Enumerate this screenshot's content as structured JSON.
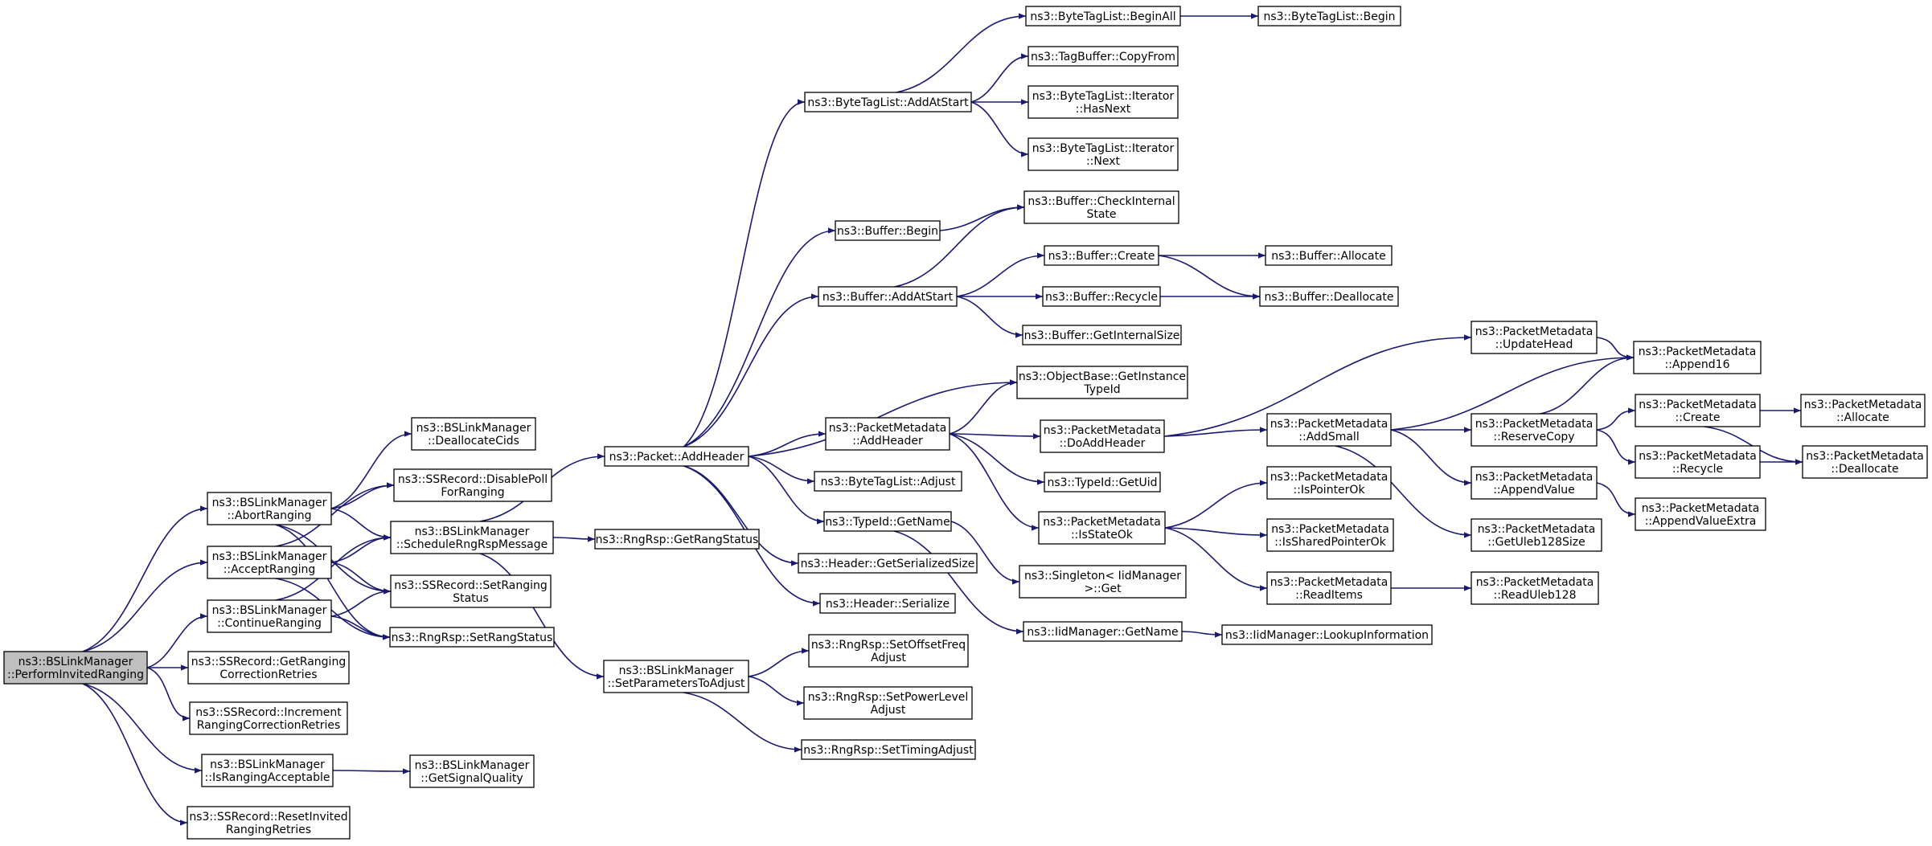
{
  "graph": {
    "colors": {
      "edge": "#191970",
      "root_fill": "#bfbfbf",
      "node_fill": "#ffffff",
      "border": "#000000"
    },
    "root": "PerformInvitedRanging",
    "nodes": [
      {
        "id": "PerformInvitedRanging",
        "lines": [
          "ns3::BSLinkManager",
          "::PerformInvitedRanging"
        ]
      },
      {
        "id": "AbortRanging",
        "lines": [
          "ns3::BSLinkManager",
          "::AbortRanging"
        ]
      },
      {
        "id": "AcceptRanging",
        "lines": [
          "ns3::BSLinkManager",
          "::AcceptRanging"
        ]
      },
      {
        "id": "ContinueRanging",
        "lines": [
          "ns3::BSLinkManager",
          "::ContinueRanging"
        ]
      },
      {
        "id": "GetRangingCorrectionRetries",
        "lines": [
          "ns3::SSRecord::GetRanging",
          "CorrectionRetries"
        ]
      },
      {
        "id": "IncrementRangingCorrectionRetries",
        "lines": [
          "ns3::SSRecord::Increment",
          "RangingCorrectionRetries"
        ]
      },
      {
        "id": "IsRangingAcceptable",
        "lines": [
          "ns3::BSLinkManager",
          "::IsRangingAcceptable"
        ]
      },
      {
        "id": "ResetInvitedRangingRetries",
        "lines": [
          "ns3::SSRecord::ResetInvited",
          "RangingRetries"
        ]
      },
      {
        "id": "DeallocateCids",
        "lines": [
          "ns3::BSLinkManager",
          "::DeallocateCids"
        ]
      },
      {
        "id": "DisablePollForRanging",
        "lines": [
          "ns3::SSRecord::DisablePoll",
          "ForRanging"
        ]
      },
      {
        "id": "ScheduleRngRspMessage",
        "lines": [
          "ns3::BSLinkManager",
          "::ScheduleRngRspMessage"
        ]
      },
      {
        "id": "SetRangingStatus",
        "lines": [
          "ns3::SSRecord::SetRanging",
          "Status"
        ]
      },
      {
        "id": "SetRangStatus",
        "lines": [
          "ns3::RngRsp::SetRangStatus"
        ]
      },
      {
        "id": "GetSignalQuality",
        "lines": [
          "ns3::BSLinkManager",
          "::GetSignalQuality"
        ]
      },
      {
        "id": "PacketAddHeader",
        "lines": [
          "ns3::Packet::AddHeader"
        ]
      },
      {
        "id": "GetRangStatus",
        "lines": [
          "ns3::RngRsp::GetRangStatus"
        ]
      },
      {
        "id": "SetParametersToAdjust",
        "lines": [
          "ns3::BSLinkManager",
          "::SetParametersToAdjust"
        ]
      },
      {
        "id": "SetOffsetFreqAdjust",
        "lines": [
          "ns3::RngRsp::SetOffsetFreq",
          "Adjust"
        ]
      },
      {
        "id": "SetPowerLevelAdjust",
        "lines": [
          "ns3::RngRsp::SetPowerLevel",
          "Adjust"
        ]
      },
      {
        "id": "SetTimingAdjust",
        "lines": [
          "ns3::RngRsp::SetTimingAdjust"
        ]
      },
      {
        "id": "ByteTagListAddAtStart",
        "lines": [
          "ns3::ByteTagList::AddAtStart"
        ]
      },
      {
        "id": "BufferBegin",
        "lines": [
          "ns3::Buffer::Begin"
        ]
      },
      {
        "id": "BufferAddAtStart",
        "lines": [
          "ns3::Buffer::AddAtStart"
        ]
      },
      {
        "id": "GetInstanceTypeId",
        "lines": [
          "ns3::ObjectBase::GetInstance",
          "TypeId"
        ]
      },
      {
        "id": "PacketMetadataAddHeader",
        "lines": [
          "ns3::PacketMetadata",
          "::AddHeader"
        ]
      },
      {
        "id": "ByteTagListAdjust",
        "lines": [
          "ns3::ByteTagList::Adjust"
        ]
      },
      {
        "id": "TypeIdGetName",
        "lines": [
          "ns3::TypeId::GetName"
        ]
      },
      {
        "id": "HeaderGetSerializedSize",
        "lines": [
          "ns3::Header::GetSerializedSize"
        ]
      },
      {
        "id": "HeaderSerialize",
        "lines": [
          "ns3::Header::Serialize"
        ]
      },
      {
        "id": "ByteTagListBeginAll",
        "lines": [
          "ns3::ByteTagList::BeginAll"
        ]
      },
      {
        "id": "TagBufferCopyFrom",
        "lines": [
          "ns3::TagBuffer::CopyFrom"
        ]
      },
      {
        "id": "IteratorHasNext",
        "lines": [
          "ns3::ByteTagList::Iterator",
          "::HasNext"
        ]
      },
      {
        "id": "IteratorNext",
        "lines": [
          "ns3::ByteTagList::Iterator",
          "::Next"
        ]
      },
      {
        "id": "ByteTagListBegin",
        "lines": [
          "ns3::ByteTagList::Begin"
        ]
      },
      {
        "id": "BufferCheckInternalState",
        "lines": [
          "ns3::Buffer::CheckInternal",
          "State"
        ]
      },
      {
        "id": "BufferCreate",
        "lines": [
          "ns3::Buffer::Create"
        ]
      },
      {
        "id": "BufferRecycle",
        "lines": [
          "ns3::Buffer::Recycle"
        ]
      },
      {
        "id": "BufferGetInternalSize",
        "lines": [
          "ns3::Buffer::GetInternalSize"
        ]
      },
      {
        "id": "BufferAllocate",
        "lines": [
          "ns3::Buffer::Allocate"
        ]
      },
      {
        "id": "BufferDeallocate",
        "lines": [
          "ns3::Buffer::Deallocate"
        ]
      },
      {
        "id": "DoAddHeader",
        "lines": [
          "ns3::PacketMetadata",
          "::DoAddHeader"
        ]
      },
      {
        "id": "TypeIdGetUid",
        "lines": [
          "ns3::TypeId::GetUid"
        ]
      },
      {
        "id": "IsStateOk",
        "lines": [
          "ns3::PacketMetadata",
          "::IsStateOk"
        ]
      },
      {
        "id": "SingletonGet",
        "lines": [
          "ns3::Singleton< IidManager",
          ">::Get"
        ]
      },
      {
        "id": "IidManagerGetName",
        "lines": [
          "ns3::IidManager::GetName"
        ]
      },
      {
        "id": "LookupInformation",
        "lines": [
          "ns3::IidManager::LookupInformation"
        ]
      },
      {
        "id": "UpdateHead",
        "lines": [
          "ns3::PacketMetadata",
          "::UpdateHead"
        ]
      },
      {
        "id": "AddSmall",
        "lines": [
          "ns3::PacketMetadata",
          "::AddSmall"
        ]
      },
      {
        "id": "IsPointerOk",
        "lines": [
          "ns3::PacketMetadata",
          "::IsPointerOk"
        ]
      },
      {
        "id": "IsSharedPointerOk",
        "lines": [
          "ns3::PacketMetadata",
          "::IsSharedPointerOk"
        ]
      },
      {
        "id": "ReadItems",
        "lines": [
          "ns3::PacketMetadata",
          "::ReadItems"
        ]
      },
      {
        "id": "Append16",
        "lines": [
          "ns3::PacketMetadata",
          "::Append16"
        ]
      },
      {
        "id": "ReserveCopy",
        "lines": [
          "ns3::PacketMetadata",
          "::ReserveCopy"
        ]
      },
      {
        "id": "AppendValue",
        "lines": [
          "ns3::PacketMetadata",
          "::AppendValue"
        ]
      },
      {
        "id": "GetUleb128Size",
        "lines": [
          "ns3::PacketMetadata",
          "::GetUleb128Size"
        ]
      },
      {
        "id": "ReadUleb128",
        "lines": [
          "ns3::PacketMetadata",
          "::ReadUleb128"
        ]
      },
      {
        "id": "PMCreate",
        "lines": [
          "ns3::PacketMetadata",
          "::Create"
        ]
      },
      {
        "id": "PMRecycle",
        "lines": [
          "ns3::PacketMetadata",
          "::Recycle"
        ]
      },
      {
        "id": "AppendValueExtra",
        "lines": [
          "ns3::PacketMetadata",
          "::AppendValueExtra"
        ]
      },
      {
        "id": "PMAllocate",
        "lines": [
          "ns3::PacketMetadata",
          "::Allocate"
        ]
      },
      {
        "id": "PMDeallocate",
        "lines": [
          "ns3::PacketMetadata",
          "::Deallocate"
        ]
      }
    ],
    "edges": [
      [
        "PerformInvitedRanging",
        "AbortRanging"
      ],
      [
        "PerformInvitedRanging",
        "AcceptRanging"
      ],
      [
        "PerformInvitedRanging",
        "ContinueRanging"
      ],
      [
        "PerformInvitedRanging",
        "GetRangingCorrectionRetries"
      ],
      [
        "PerformInvitedRanging",
        "IncrementRangingCorrectionRetries"
      ],
      [
        "PerformInvitedRanging",
        "IsRangingAcceptable"
      ],
      [
        "PerformInvitedRanging",
        "ResetInvitedRangingRetries"
      ],
      [
        "AbortRanging",
        "DeallocateCids"
      ],
      [
        "AbortRanging",
        "DisablePollForRanging"
      ],
      [
        "AbortRanging",
        "ScheduleRngRspMessage"
      ],
      [
        "AbortRanging",
        "SetRangingStatus"
      ],
      [
        "AbortRanging",
        "SetRangStatus"
      ],
      [
        "AcceptRanging",
        "DisablePollForRanging"
      ],
      [
        "AcceptRanging",
        "ScheduleRngRspMessage"
      ],
      [
        "AcceptRanging",
        "SetRangingStatus"
      ],
      [
        "AcceptRanging",
        "SetRangStatus"
      ],
      [
        "ContinueRanging",
        "ScheduleRngRspMessage"
      ],
      [
        "ContinueRanging",
        "SetRangingStatus"
      ],
      [
        "ContinueRanging",
        "SetRangStatus"
      ],
      [
        "IsRangingAcceptable",
        "GetSignalQuality"
      ],
      [
        "ScheduleRngRspMessage",
        "PacketAddHeader"
      ],
      [
        "ScheduleRngRspMessage",
        "GetRangStatus"
      ],
      [
        "ScheduleRngRspMessage",
        "SetParametersToAdjust"
      ],
      [
        "SetParametersToAdjust",
        "SetOffsetFreqAdjust"
      ],
      [
        "SetParametersToAdjust",
        "SetPowerLevelAdjust"
      ],
      [
        "SetParametersToAdjust",
        "SetTimingAdjust"
      ],
      [
        "PacketAddHeader",
        "ByteTagListAddAtStart"
      ],
      [
        "PacketAddHeader",
        "BufferBegin"
      ],
      [
        "PacketAddHeader",
        "BufferAddAtStart"
      ],
      [
        "PacketAddHeader",
        "GetInstanceTypeId"
      ],
      [
        "PacketAddHeader",
        "PacketMetadataAddHeader"
      ],
      [
        "PacketAddHeader",
        "ByteTagListAdjust"
      ],
      [
        "PacketAddHeader",
        "TypeIdGetName"
      ],
      [
        "PacketAddHeader",
        "HeaderGetSerializedSize"
      ],
      [
        "PacketAddHeader",
        "HeaderSerialize"
      ],
      [
        "ByteTagListAddAtStart",
        "ByteTagListBeginAll"
      ],
      [
        "ByteTagListAddAtStart",
        "TagBufferCopyFrom"
      ],
      [
        "ByteTagListAddAtStart",
        "IteratorHasNext"
      ],
      [
        "ByteTagListAddAtStart",
        "IteratorNext"
      ],
      [
        "ByteTagListBeginAll",
        "ByteTagListBegin"
      ],
      [
        "BufferBegin",
        "BufferCheckInternalState"
      ],
      [
        "BufferAddAtStart",
        "BufferCheckInternalState"
      ],
      [
        "BufferAddAtStart",
        "BufferCreate"
      ],
      [
        "BufferAddAtStart",
        "BufferRecycle"
      ],
      [
        "BufferAddAtStart",
        "BufferGetInternalSize"
      ],
      [
        "BufferCreate",
        "BufferAllocate"
      ],
      [
        "BufferCreate",
        "BufferDeallocate"
      ],
      [
        "BufferRecycle",
        "BufferDeallocate"
      ],
      [
        "PacketMetadataAddHeader",
        "GetInstanceTypeId"
      ],
      [
        "PacketMetadataAddHeader",
        "DoAddHeader"
      ],
      [
        "PacketMetadataAddHeader",
        "TypeIdGetUid"
      ],
      [
        "PacketMetadataAddHeader",
        "IsStateOk"
      ],
      [
        "TypeIdGetName",
        "SingletonGet"
      ],
      [
        "TypeIdGetName",
        "IidManagerGetName"
      ],
      [
        "IidManagerGetName",
        "LookupInformation"
      ],
      [
        "DoAddHeader",
        "UpdateHead"
      ],
      [
        "DoAddHeader",
        "AddSmall"
      ],
      [
        "IsStateOk",
        "IsPointerOk"
      ],
      [
        "IsStateOk",
        "IsSharedPointerOk"
      ],
      [
        "IsStateOk",
        "ReadItems"
      ],
      [
        "UpdateHead",
        "Append16"
      ],
      [
        "AddSmall",
        "Append16"
      ],
      [
        "AddSmall",
        "ReserveCopy"
      ],
      [
        "AddSmall",
        "AppendValue"
      ],
      [
        "AddSmall",
        "GetUleb128Size"
      ],
      [
        "ReadItems",
        "ReadUleb128"
      ],
      [
        "ReserveCopy",
        "Append16"
      ],
      [
        "ReserveCopy",
        "PMCreate"
      ],
      [
        "ReserveCopy",
        "PMRecycle"
      ],
      [
        "AppendValue",
        "AppendValueExtra"
      ],
      [
        "PMCreate",
        "PMAllocate"
      ],
      [
        "PMCreate",
        "PMDeallocate"
      ],
      [
        "PMRecycle",
        "PMDeallocate"
      ]
    ]
  }
}
